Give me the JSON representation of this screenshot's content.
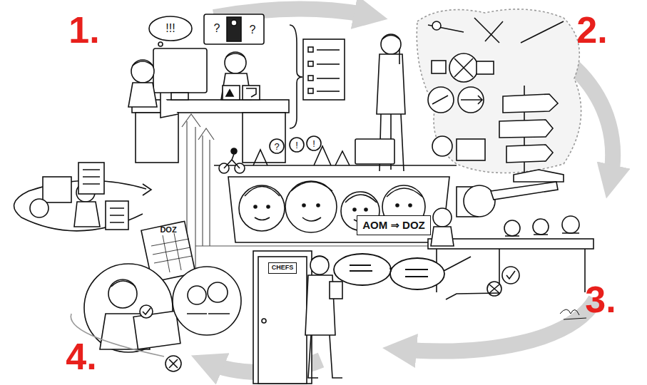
{
  "diagram": {
    "nodes": [
      {
        "text": [
          "CHEFS"
        ]
      },
      {
        "text": [
          "AOM ⇒ DOZ"
        ]
      }
    ],
    "labels": [
      "1.",
      "2.",
      "3.",
      "4.",
      "!!!",
      "?",
      "?",
      "?",
      "!",
      "!",
      "DOZ"
    ]
  }
}
